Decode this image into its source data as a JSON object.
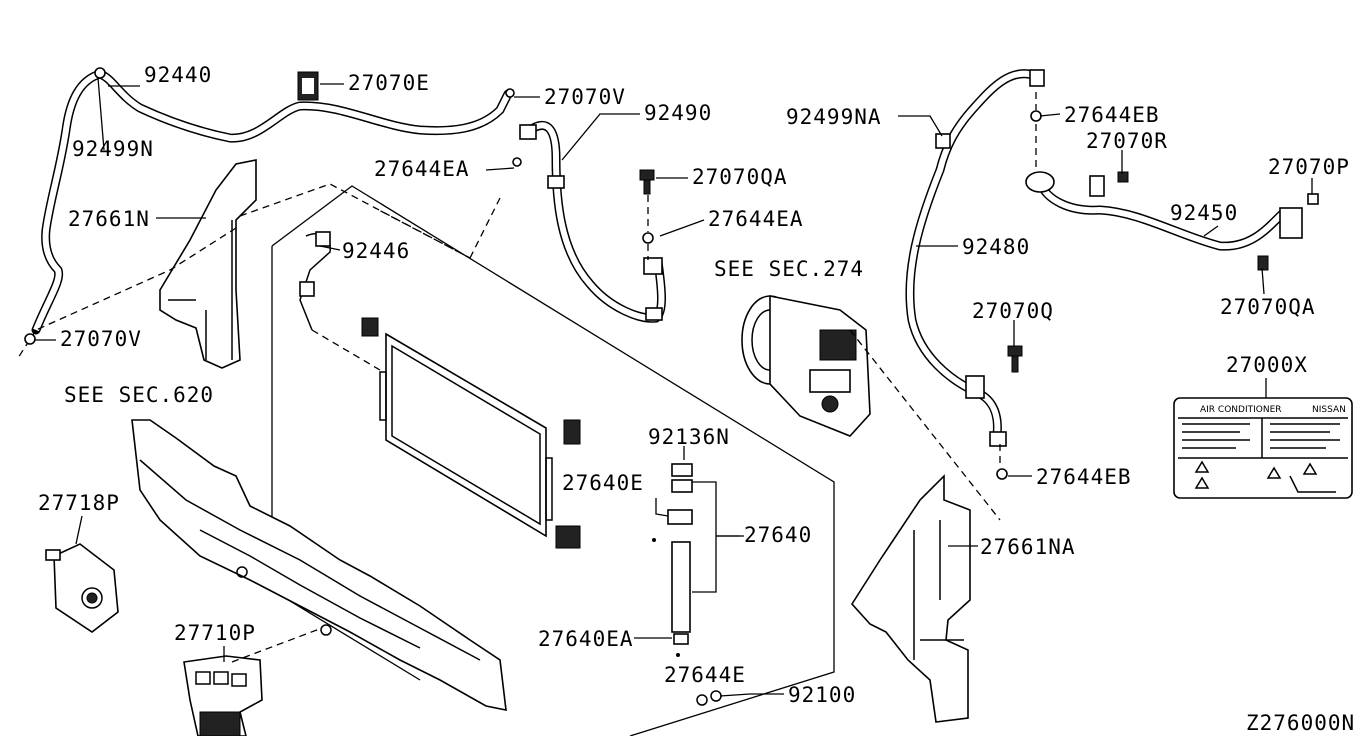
{
  "labels": {
    "p92440": "92440",
    "p27070E": "27070E",
    "p27070V_top": "27070V",
    "p92490": "92490",
    "p92499N": "92499N",
    "p27644EA_top": "27644EA",
    "p27661N": "27661N",
    "p92446": "92446",
    "p27070QA_top": "27070QA",
    "p27644EA_mid": "27644EA",
    "p27070V_left": "27070V",
    "see_sec_620": "SEE SEC.620",
    "p27718P": "27718P",
    "p27710P": "27710P",
    "p92136N": "92136N",
    "p27640E": "27640E",
    "p27640": "27640",
    "p27640EA": "27640EA",
    "p27644E": "27644E",
    "p92100": "92100",
    "see_sec_274": "SEE SEC.274",
    "p92499NA": "92499NA",
    "p27644EB_top": "27644EB",
    "p27070R": "27070R",
    "p27070P": "27070P",
    "p92450": "92450",
    "p92480": "92480",
    "p27070QA_right": "27070QA",
    "p27070Q": "27070Q",
    "p27000X": "27000X",
    "p27644EB_bottom": "27644EB",
    "p27661NA": "27661NA",
    "diagram_code": "Z276000N"
  },
  "warning_label": {
    "title": "AIR CONDITIONER",
    "brand": "NISSAN"
  },
  "icons": {
    "condenser": "condenser-icon",
    "compressor": "compressor-icon",
    "receiver_drier": "receiver-drier-icon",
    "bumper_reinforcement": "bumper-reinforcement-icon",
    "pressure_sensor": "pressure-sensor-icon"
  }
}
